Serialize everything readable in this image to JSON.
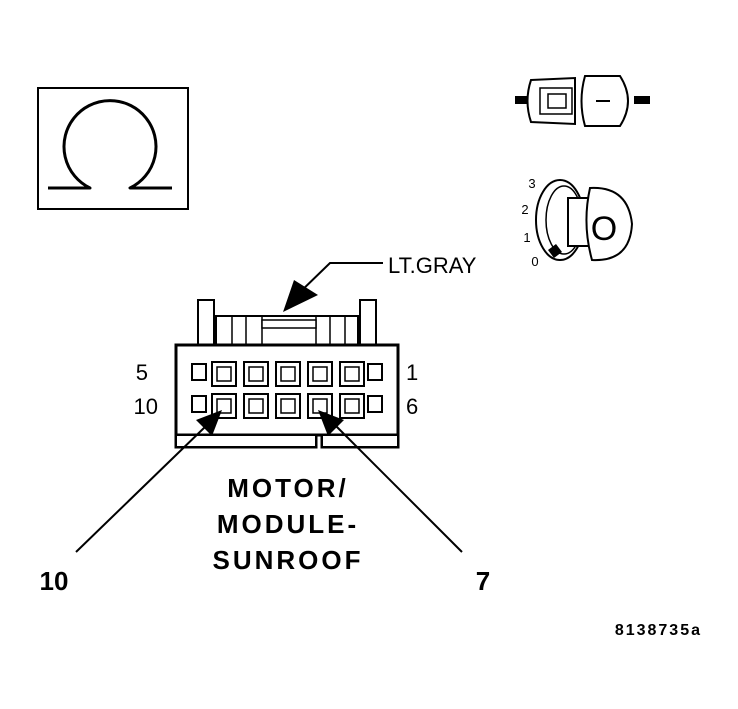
{
  "connector": {
    "color_label": "LT.GRAY",
    "name_lines": [
      "MOTOR/",
      "MODULE-",
      "SUNROOF"
    ],
    "pin_labels": {
      "top_left": "5",
      "bottom_left": "10",
      "top_right": "1",
      "bottom_right": "6"
    }
  },
  "callouts": {
    "left_pin": "10",
    "right_pin": "7"
  },
  "ignition": {
    "positions": [
      "3",
      "2",
      "1",
      "0"
    ],
    "key_letter": "O"
  },
  "meter_symbol": "ohm-icon",
  "figure_id": "8138735a"
}
